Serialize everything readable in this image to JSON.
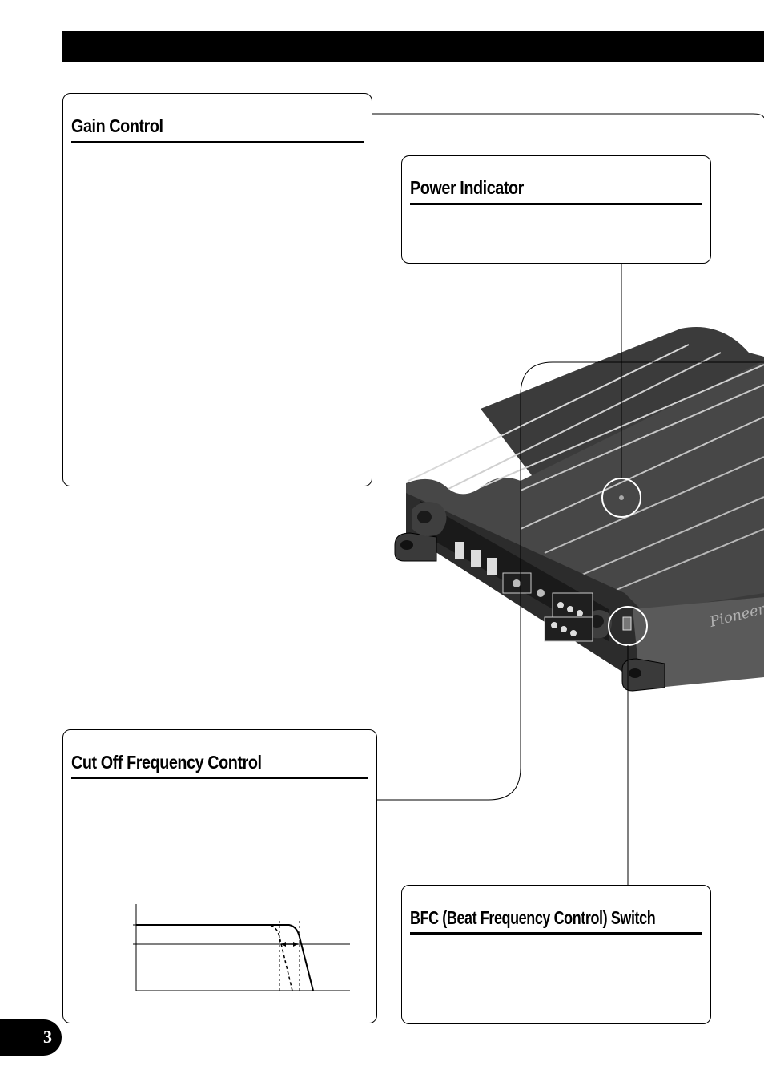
{
  "sections": {
    "gain": {
      "title": "Gain Control"
    },
    "power": {
      "title": "Power Indicator"
    },
    "cutoff": {
      "title": "Cut Off Frequency Control"
    },
    "bfc": {
      "title": "BFC (Beat Frequency Control) Switch"
    }
  },
  "brand": "Pioneer",
  "page_number": "3",
  "colors": {
    "ink": "#000000",
    "paper": "#ffffff",
    "amp_body": "#3a3a3a"
  }
}
